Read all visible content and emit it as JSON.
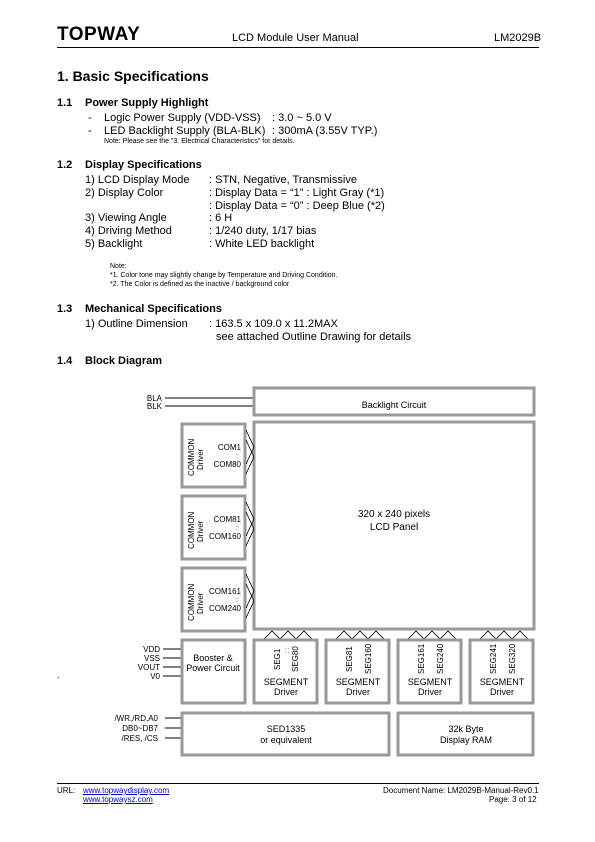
{
  "header": {
    "logo": "TOPWAY",
    "title": "LCD Module User Manual",
    "model": "LM2029B"
  },
  "section1": {
    "title": "1.  Basic Specifications"
  },
  "s11": {
    "num": "1.1",
    "title": "Power Supply Highlight",
    "items": [
      {
        "bullet": "-",
        "label": "Logic Power Supply (VDD-VSS)",
        "value": ": 3.0 ~ 5.0 V"
      },
      {
        "bullet": "-",
        "label": "LED Backlight Supply (BLA-BLK)",
        "value": ": 300mA (3.55V TYP.)"
      }
    ],
    "note": "Note:  Please see the \"3. Electrical Characteristics\" for details."
  },
  "s12": {
    "num": "1.2",
    "title": "Display Specifications",
    "items": [
      {
        "label": "1) LCD Display Mode",
        "value": ": STN, Negative, Transmissive"
      },
      {
        "label": "2) Display Color",
        "value": ": Display Data = “1” : Light Gray (*1)"
      },
      {
        "label": "",
        "value": ": Display Data = “0” : Deep Blue (*2)"
      },
      {
        "label": "3) Viewing Angle",
        "value": ": 6 H"
      },
      {
        "label": "4) Driving Method",
        "value": ": 1/240 duty, 1/17 bias"
      },
      {
        "label": "5) Backlight",
        "value": ": White LED backlight"
      }
    ],
    "notes": [
      "Note:",
      "*1. Color tone may slightly change by Temperature and Driving Condition.",
      "*2. The Color is defined as the inactive / background color"
    ]
  },
  "s13": {
    "num": "1.3",
    "title": "Mechanical Specifications",
    "label": "1) Outline Dimension",
    "value1": ": 163.5 x 109.0 x 11.2MAX",
    "value2": "see attached Outline Drawing for details"
  },
  "s14": {
    "num": "1.4",
    "title": "Block Diagram"
  },
  "diagram": {
    "bla": "BLA",
    "blk": "BLK",
    "backlight": "Backlight Circuit",
    "common_word": "COMMON",
    "driver_word": "Driver",
    "com_groups": [
      {
        "top": "COM1",
        "mid": ":",
        "bottom": "COM80"
      },
      {
        "top": "COM81",
        "mid": ":",
        "bottom": "COM160"
      },
      {
        "top": "COM161",
        "mid": ":",
        "bottom": "COM240"
      }
    ],
    "panel_line1": "320 x 240 pixels",
    "panel_line2": "LCD Panel",
    "pins_power": [
      "VDD",
      "VSS",
      "VOUT",
      "V0"
    ],
    "booster_line1": "Booster &",
    "booster_line2": "Power Circuit",
    "seg_groups": [
      {
        "first": "SEG1",
        "last": "SEG80"
      },
      {
        "first": "SEG81",
        "last": "SEG160"
      },
      {
        "first": "SEG161",
        "last": "SEG240"
      },
      {
        "first": "SEG241",
        "last": "SEG320"
      }
    ],
    "seg_dots": ": :",
    "segment_word": "SEGMENT",
    "pins_bus": [
      "/WR,/RD,A0",
      "DB0~DB7",
      "/RES, /CS"
    ],
    "controller_line1": "SED1335",
    "controller_line2": "or equivalent",
    "ram_line1": "32k Byte",
    "ram_line2": "Display RAM",
    "stray_mark": "`"
  },
  "footer": {
    "url_label": "URL:",
    "url1": "www.topwaydisplay.com",
    "url2": "www.topwaysz.com",
    "doc_name": "Document Name: LM2029B-Manual-Rev0.1",
    "page": "Page: 3 of  12"
  }
}
